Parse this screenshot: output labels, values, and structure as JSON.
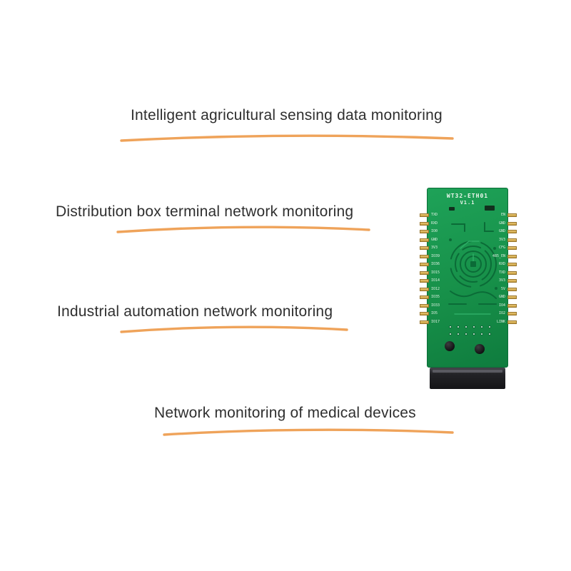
{
  "page": {
    "background": "#ffffff"
  },
  "accent_color": "#efa35a",
  "features": [
    {
      "label": "Intelligent agricultural sensing data monitoring"
    },
    {
      "label": "Distribution box terminal network monitoring"
    },
    {
      "label": "Industrial automation network monitoring"
    },
    {
      "label": "Network monitoring of medical devices"
    }
  ],
  "pcb": {
    "title": "WT32-ETH01",
    "version": "V1.1",
    "board_color": "#179049",
    "pin_color": "#c59b3d",
    "left_pins": [
      "TXD",
      "RXD",
      "IO0",
      "GND",
      "3V3",
      "IO39",
      "IO36",
      "IO15",
      "IO14",
      "IO12",
      "IO35",
      "IO33",
      "IO5",
      "IO17"
    ],
    "right_pins": [
      "EN",
      "GND",
      "GND",
      "3V3",
      "CFG",
      "485_EN",
      "RXD",
      "TXD",
      "3V3",
      "5V",
      "GND",
      "IO4",
      "IO2",
      "LINK"
    ]
  }
}
